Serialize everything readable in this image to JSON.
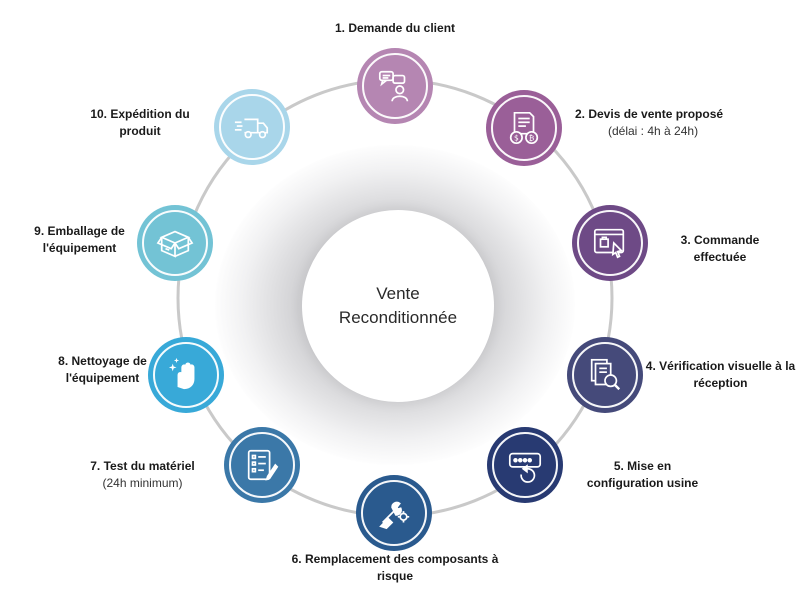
{
  "center": {
    "line1": "Vente",
    "line2": "Reconditionnée"
  },
  "steps": [
    {
      "title": "1. Demande du client",
      "subtitle": "",
      "color": "#b586b2",
      "icon": "customer-chat-icon"
    },
    {
      "title": "2. Devis de vente proposé",
      "subtitle": "(délai : 4h à 24h)",
      "color": "#9a5f98",
      "icon": "quote-invoice-icon"
    },
    {
      "title": "3. Commande effectuée",
      "subtitle": "",
      "color": "#6e4a86",
      "icon": "online-order-icon"
    },
    {
      "title": "4. Vérification visuelle à la réception",
      "subtitle": "",
      "color": "#454a7a",
      "icon": "document-inspection-icon"
    },
    {
      "title": "5. Mise en configuration usine",
      "subtitle": "",
      "color": "#283a72",
      "icon": "factory-reset-icon"
    },
    {
      "title": "6. Remplacement des composants à risque",
      "subtitle": "",
      "color": "#2a5a8e",
      "icon": "repair-tools-icon"
    },
    {
      "title": "7. Test du matériel",
      "subtitle": "(24h minimum)",
      "color": "#3b78a8",
      "icon": "checklist-icon"
    },
    {
      "title": "8. Nettoyage de l'équipement",
      "subtitle": "",
      "color": "#38a9d8",
      "icon": "cleaning-hand-icon"
    },
    {
      "title": "9. Emballage de l'équipement",
      "subtitle": "",
      "color": "#73c3d5",
      "icon": "package-box-icon"
    },
    {
      "title": "10. Expédition du produit",
      "subtitle": "",
      "color": "#a9d6ea",
      "icon": "delivery-truck-icon"
    }
  ]
}
